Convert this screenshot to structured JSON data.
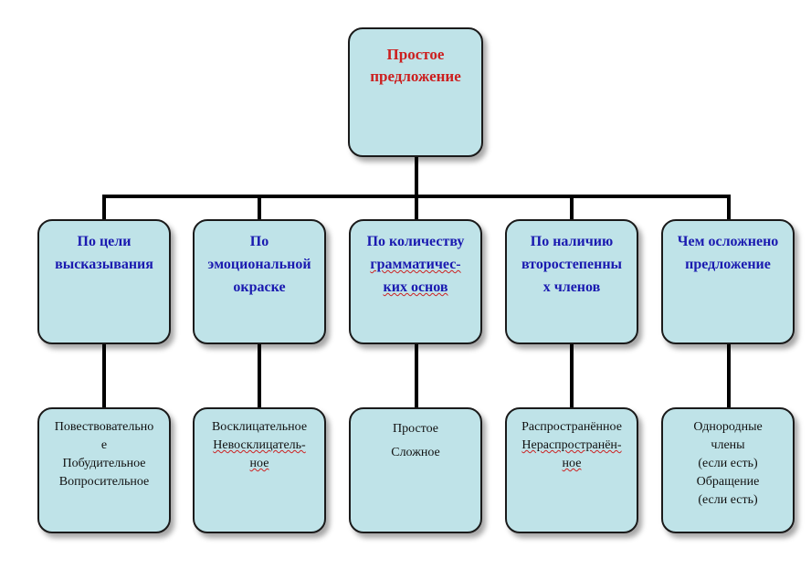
{
  "diagram": {
    "root": {
      "lines": [
        "Простое",
        "предложение"
      ]
    },
    "categories": [
      {
        "id": "goal",
        "lines": [
          "По цели",
          "высказывания"
        ],
        "values": [
          "Повествовательно",
          "е",
          "Побудительное",
          "Вопросительное"
        ]
      },
      {
        "id": "emotion",
        "lines": [
          "По",
          "эмоциональной",
          "окраске"
        ],
        "values": [
          "Восклицательное",
          "Невосклицатель-",
          "ное"
        ]
      },
      {
        "id": "grammar",
        "lines": [
          "По количеству",
          "грамматичес-",
          "ких основ"
        ],
        "values": [
          "Простое",
          "Сложное"
        ]
      },
      {
        "id": "secondary",
        "lines": [
          "По наличию",
          "второстепенны",
          "х членов"
        ],
        "values": [
          "Распространённое",
          "Нераспространён-",
          "ное"
        ]
      },
      {
        "id": "complication",
        "lines": [
          "Чем осложнено",
          "предложение"
        ],
        "values": [
          "Однородные",
          "члены",
          "(если есть)",
          "Обращение",
          "(если есть)"
        ]
      }
    ]
  },
  "colors": {
    "box_fill": "#bfe3e8",
    "root_text": "#cc1f1f",
    "category_text": "#1a1ab0",
    "leaf_text": "#111111",
    "connector": "#000000"
  }
}
